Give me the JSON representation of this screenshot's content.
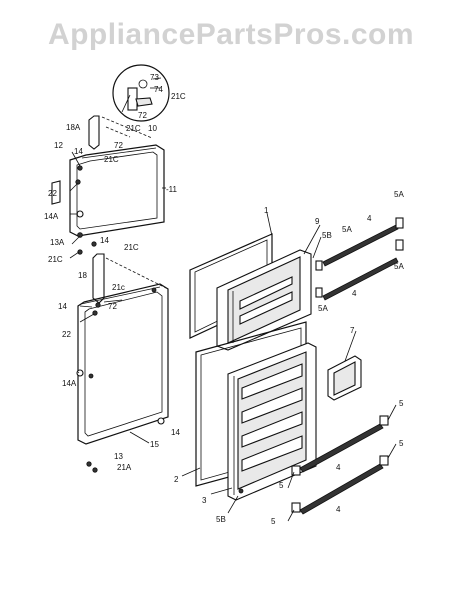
{
  "watermark": "AppliancePartsPros.com",
  "callouts": {
    "c73": "73",
    "c74": "74",
    "c72_detail": "72",
    "c21C_detail": "21C",
    "c18A": "18A",
    "c21C_upper": "21C",
    "c10": "10",
    "c72_upper": "72",
    "c12": "12",
    "c14_upper": "14",
    "c21C_upper2": "21C",
    "c11": "-11",
    "c22_upper": "22",
    "c14A_upper": "14A",
    "c13A": "13A",
    "c14_mid": "14",
    "c21C_mid": "21C",
    "c21C_left": "21C",
    "c18": "18",
    "c21c_lower": "21c",
    "c72_lower": "72",
    "c14_lower": "14",
    "c22_lower": "22",
    "c14A_lower": "14A",
    "c14_right": "14",
    "c15": "15",
    "c13": "13",
    "c21A": "21A",
    "c1": "1",
    "c9": "9",
    "c5B_upper": "5B",
    "c5A_top": "5A",
    "c4_top": "4",
    "c5A_mid": "5A",
    "c5A_right": "5A",
    "c5A_low": "5A",
    "c7": "7",
    "c2": "2",
    "c3": "3",
    "c5B_lower": "5B",
    "c5_r1": "5",
    "c5_r2": "5",
    "c4_mid": "4",
    "c4_bottom": "4",
    "c5_l1": "5",
    "c5_l2": "5"
  }
}
